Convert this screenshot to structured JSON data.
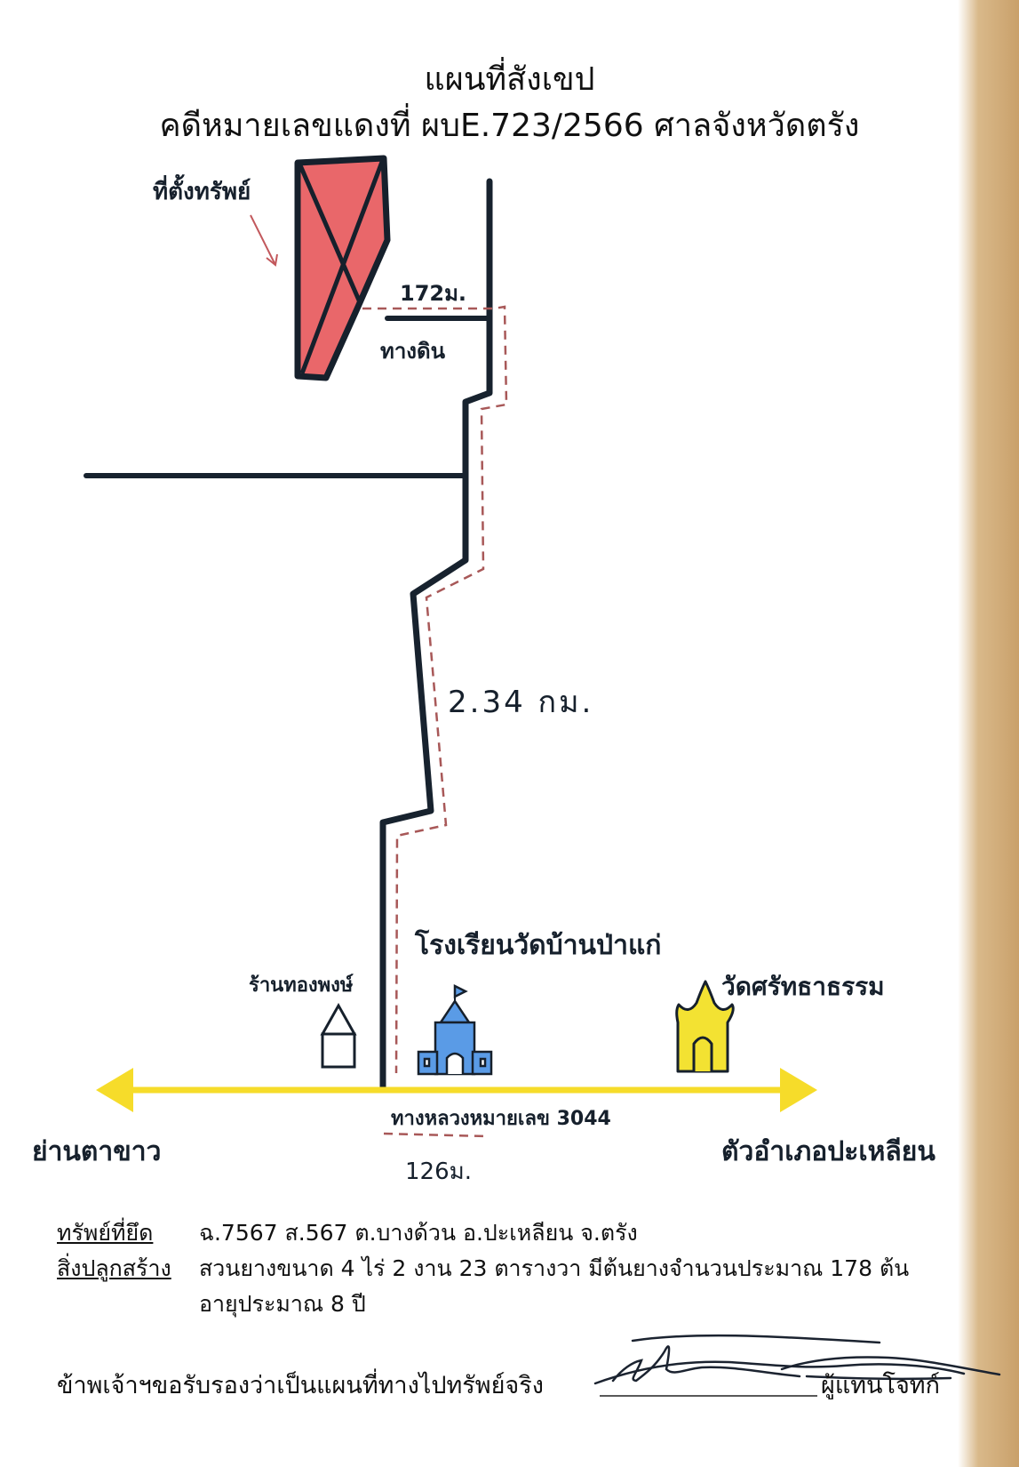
{
  "title": {
    "line1": "แผนที่สังเขป",
    "line2": "คดีหมายเลขแดงที่ ผบE.723/2566 ศาลจังหวัดตรัง"
  },
  "map": {
    "property_label": "ที่ตั้งทรัพย์",
    "dirt_road_label": "ทางดิน",
    "dirt_road_distance": "172ม.",
    "main_route_distance": "2.34 กม.",
    "highway_label": "ทางหลวงหมายเลข 3044",
    "highway_distance": "126ม.",
    "school_label": "โรงเรียนวัดบ้านป่าแก่",
    "temple_label": "วัดศรัทธาธรรม",
    "shop_label": "ร้านทองพงษ์",
    "west_direction": "ย่านตาขาว",
    "east_direction": "ตัวอำเภอปะเหลียน",
    "colors": {
      "property_fill": "#e9676a",
      "road": "#17222e",
      "route_trace": "#a85858",
      "highway": "#f6dc2a",
      "school": "#5a9be6",
      "temple": "#f3e232"
    }
  },
  "info": {
    "asset_label": "ทรัพย์ที่ยึด",
    "asset_value": "ฉ.7567  ส.567  ต.บางด้วน  อ.ปะเหลียน  จ.ตรัง",
    "structure_label": "สิ่งปลูกสร้าง",
    "structure_value_line1": "สวนยางขนาด 4 ไร่ 2 งาน 23 ตารางวา มีต้นยางจำนวนประมาณ 178 ต้น",
    "structure_value_line2": "อายุประมาณ 8 ปี"
  },
  "certification": {
    "text": "ข้าพเจ้าฯขอรับรองว่าเป็นแผนที่ทางไปทรัพย์จริง",
    "signer": "ผู้แทนโจทก์"
  }
}
